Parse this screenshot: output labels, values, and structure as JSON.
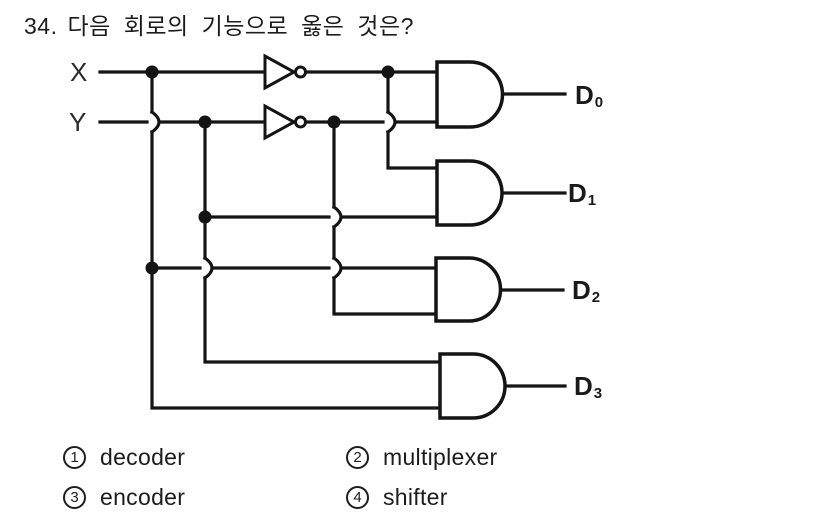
{
  "page": {
    "background": "#ffffff",
    "ink": "#161616"
  },
  "question": {
    "number": "34.",
    "text": "다음 회로의 기능으로 옳은 것은?"
  },
  "circuit": {
    "inputs": [
      {
        "label": "X"
      },
      {
        "label": "Y"
      }
    ],
    "outputs": [
      {
        "label": "D",
        "sub": "0",
        "expression": "X'·Y'"
      },
      {
        "label": "D",
        "sub": "1",
        "expression": "X'·Y"
      },
      {
        "label": "D",
        "sub": "2",
        "expression": "X·Y'"
      },
      {
        "label": "D",
        "sub": "3",
        "expression": "X·Y"
      }
    ],
    "gates": {
      "not": 2,
      "and": 4
    }
  },
  "options": [
    {
      "num": "1",
      "label": "decoder"
    },
    {
      "num": "2",
      "label": "multiplexer"
    },
    {
      "num": "3",
      "label": "encoder"
    },
    {
      "num": "4",
      "label": "shifter"
    }
  ]
}
